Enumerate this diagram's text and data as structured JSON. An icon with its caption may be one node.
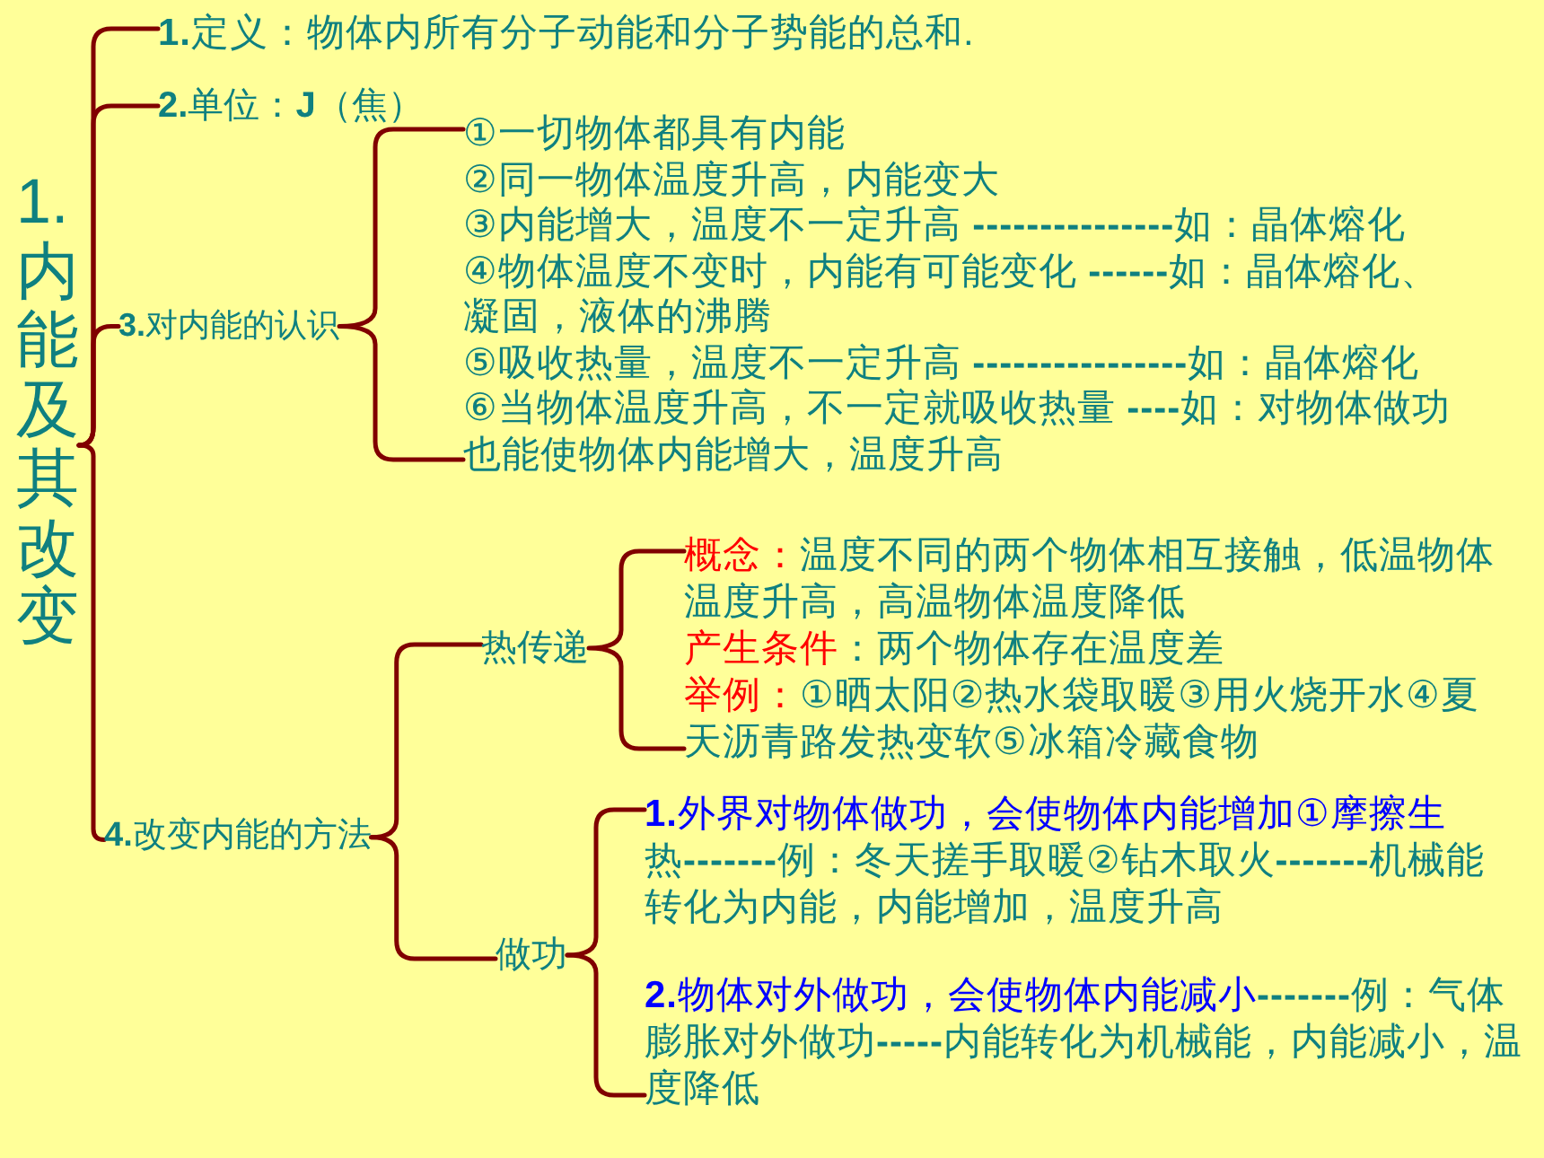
{
  "diagram": {
    "nodes": [
      {
        "text": [
          "1.内能及其改变"
        ]
      },
      {
        "text": [
          "**1.**定义：物体内所有分子动能和分子势能的总和."
        ]
      },
      {
        "text": [
          "**2.**单位：**J**（焦）"
        ]
      },
      {
        "text": [
          "**3.**对内能的认识"
        ]
      },
      {
        "text": [
          "**4.**改变内能的方法"
        ]
      },
      {
        "text": [
          "①一切物体都具有内能",
          "②同一物体温度升高，内能变大",
          "③内能增大，温度不一定升高 **---------------**如：晶体熔化",
          "④物体温度不变时，内能有可能变化 **------**如：晶体熔化、凝固，液体的沸腾",
          "⑤吸收热量，温度不一定升高 **----------------**如：晶体熔化",
          "⑥当物体温度升高，不一定就吸收热量 **----**如：对物体做功也能使物体内能增大，温度升高"
        ]
      },
      {
        "text": [
          "热传递"
        ]
      },
      {
        "text": [
          "概念：",
          "温度不同的两个物体相互接触，低温物体温度升高，高温物体温度降低",
          "产生条件",
          "：两个物体存在温度差",
          "举例：",
          "①晒太阳②热水袋取暖③用火烧开水④夏天沥青路发热变软⑤冰箱冷藏食物"
        ]
      },
      {
        "text": [
          "做功"
        ]
      },
      {
        "text": [
          "**1.**外界对物体做功，会使物体内能增加①摩擦生",
          "热**-------**例：冬天搓手取暖②钻木取火**-------**机械能转化为内能，内能增加，温度升高"
        ]
      },
      {
        "text": [
          "**2.**物体对外做功，会使物体内能减小",
          "**-------**例：气体膨胀对外做功**-----**内能转化为机械能，内能减小，温度降低"
        ]
      }
    ],
    "edges": [
      {
        "from": 0,
        "to": 1,
        "arrow": "none"
      },
      {
        "from": 0,
        "to": 2,
        "arrow": "none"
      },
      {
        "from": 0,
        "to": 3,
        "arrow": "none"
      },
      {
        "from": 0,
        "to": 4,
        "arrow": "none"
      },
      {
        "from": 3,
        "to": 5,
        "arrow": "none"
      },
      {
        "from": 4,
        "to": 6,
        "arrow": "none"
      },
      {
        "from": 4,
        "to": 8,
        "arrow": "none"
      },
      {
        "from": 6,
        "to": 7,
        "arrow": "none"
      },
      {
        "from": 8,
        "to": 9,
        "arrow": "none"
      },
      {
        "from": 8,
        "to": 10,
        "arrow": "none"
      }
    ]
  }
}
